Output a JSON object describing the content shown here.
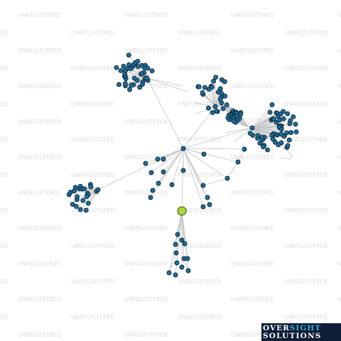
{
  "watermark_text": "UNREGISTERED",
  "logo": {
    "part1": "OVER",
    "part2": "SIGHT",
    "part3": "SOLUTIONS"
  },
  "colors": {
    "node": "#1c6e9e",
    "focus_node": "#a7d93b",
    "edge": "#c4c4c4",
    "logo_bg": "#0f1d38",
    "logo_accent": "#3bb0cc"
  },
  "graph": {
    "node_count": 170,
    "focus_node": "green entity node"
  }
}
